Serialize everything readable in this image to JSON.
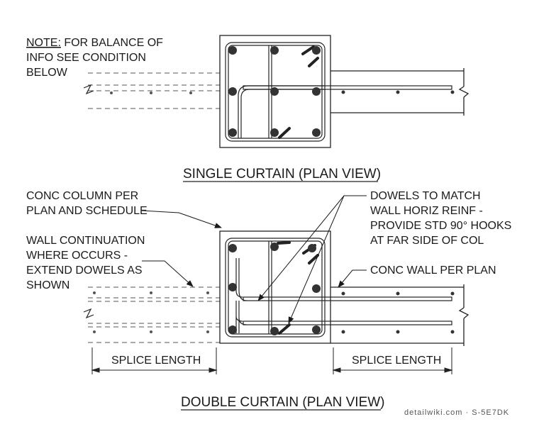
{
  "top": {
    "note_prefix": "NOTE:",
    "note_line1_rest": " FOR BALANCE OF",
    "note_line2": "INFO SEE CONDITION",
    "note_line3": "BELOW",
    "title": "SINGLE CURTAIN (PLAN VIEW)"
  },
  "bottom": {
    "col_line1": "CONC COLUMN PER",
    "col_line2": "PLAN AND SCHEDULE",
    "wall_line1": "WALL CONTINUATION",
    "wall_line2": "WHERE OCCURS -",
    "wall_line3": "EXTEND DOWELS AS",
    "wall_line4": "SHOWN",
    "dowel_line1": "DOWELS TO MATCH",
    "dowel_line2": "WALL HORIZ REINF -",
    "dowel_line3": "PROVIDE STD 90° HOOKS",
    "dowel_line4": "AT FAR SIDE OF COL",
    "wallplan": "CONC WALL PER PLAN",
    "splice_left": "SPLICE LENGTH",
    "splice_right": "SPLICE LENGTH",
    "title": "DOUBLE CURTAIN (PLAN VIEW)"
  },
  "watermark": "detailwiki.com · S-5E7DK",
  "colors": {
    "ink": "#1a1a1a",
    "line": "#222222",
    "hidden": "#555555"
  }
}
